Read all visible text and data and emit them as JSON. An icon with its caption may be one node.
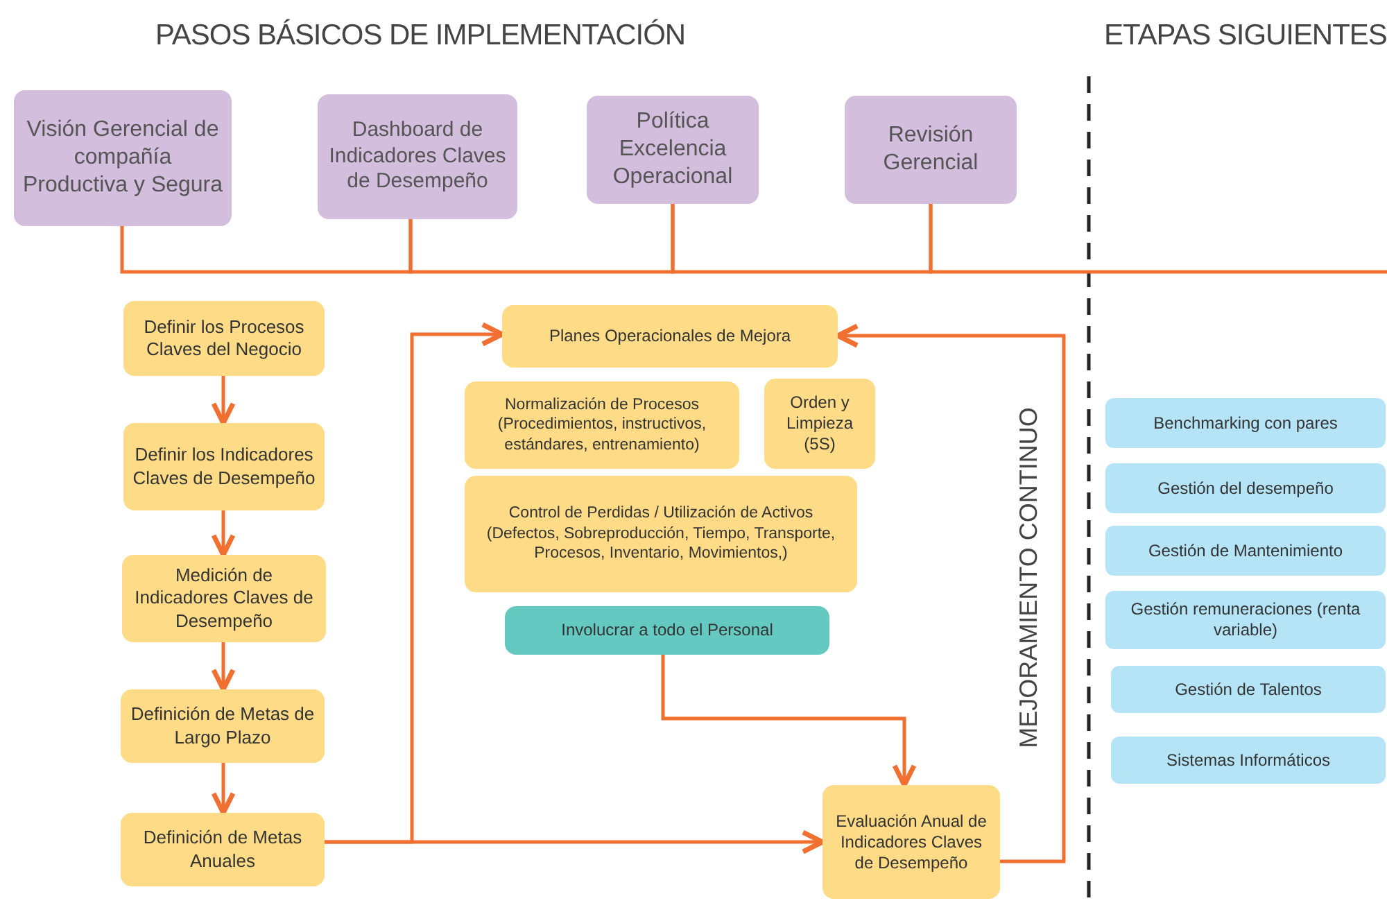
{
  "diagram": {
    "title": "PASOS BÁSICOS DE IMPLEMENTACIÓN",
    "nodes": [
      {
        "text": [
          "Visión Gerencial de compañía Productiva y Segura"
        ]
      },
      {
        "text": [
          "Dashboard de Indicadores Claves de Desempeño"
        ]
      },
      {
        "text": [
          "Política Excelencia Operacional"
        ]
      },
      {
        "text": [
          "Revisión Gerencial"
        ]
      },
      {
        "text": [
          "Definir los Procesos Claves del Negocio"
        ]
      },
      {
        "text": [
          "Definir los Indicadores Claves de Desempeño"
        ]
      },
      {
        "text": [
          "Medición de Indicadores Claves de Desempeño"
        ]
      },
      {
        "text": [
          "Definición de Metas de Largo Plazo"
        ]
      },
      {
        "text": [
          "Definición de Metas Anuales"
        ]
      },
      {
        "text": [
          "Planes Operacionales de Mejora"
        ]
      },
      {
        "text": [
          "Normalización de Procesos (Procedimientos, instructivos, estándares, entrenamiento)"
        ]
      },
      {
        "text": [
          "Orden y Limpieza (5S)"
        ]
      },
      {
        "text": [
          "Control de Perdidas / Utilización de Activos (Defectos, Sobreproducción, Tiempo, Transporte, Procesos, Inventario, Movimientos,)"
        ]
      },
      {
        "text": [
          "Involucrar a todo el Personal"
        ]
      },
      {
        "text": [
          "Evaluación Anual de Indicadores Claves de Desempeño"
        ]
      },
      {
        "text": [
          "Benchmarking con pares"
        ]
      },
      {
        "text": [
          "Gestión del desempeño"
        ]
      },
      {
        "text": [
          "Gestión de Mantenimiento"
        ]
      },
      {
        "text": [
          "Gestión remuneraciones (renta variable)"
        ]
      },
      {
        "text": [
          "Gestión de Talentos"
        ]
      },
      {
        "text": [
          "Sistemas Informáticos"
        ]
      }
    ],
    "edges": [
      {
        "from": 0,
        "to": 1,
        "arrow": "none"
      },
      {
        "from": 1,
        "to": 2,
        "arrow": "none"
      },
      {
        "from": 2,
        "to": 3,
        "arrow": "none"
      },
      {
        "from": 3,
        "to": null,
        "arrow": "none"
      },
      {
        "from": 4,
        "to": 5,
        "arrow": "to"
      },
      {
        "from": 5,
        "to": 6,
        "arrow": "to"
      },
      {
        "from": 6,
        "to": 7,
        "arrow": "to"
      },
      {
        "from": 7,
        "to": 8,
        "arrow": "to"
      },
      {
        "from": 8,
        "to": 9,
        "arrow": "to"
      },
      {
        "from": 8,
        "to": 14,
        "arrow": "to"
      },
      {
        "from": 13,
        "to": 14,
        "arrow": "to"
      },
      {
        "from": 14,
        "to": 9,
        "arrow": "to"
      }
    ],
    "labels": [
      "ETAPAS SIGUIENTES",
      "MEJORAMIENTO CONTINUO"
    ]
  }
}
